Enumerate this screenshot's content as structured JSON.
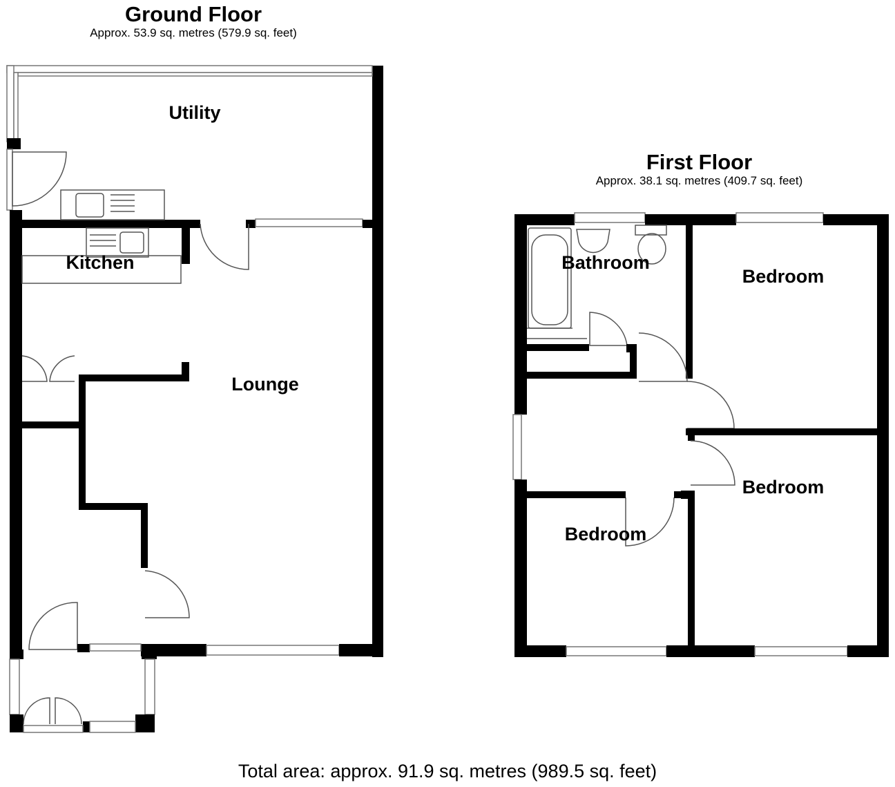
{
  "ground_floor": {
    "title": "Ground Floor",
    "area": "Approx. 53.9 sq. metres (579.9 sq. feet)",
    "rooms": [
      "Utility",
      "Kitchen",
      "Lounge"
    ]
  },
  "first_floor": {
    "title": "First Floor",
    "area": "Approx. 38.1 sq. metres (409.7 sq. feet)",
    "rooms": [
      "Bathroom",
      "Bedroom",
      "Bedroom",
      "Bedroom"
    ]
  },
  "total_area": "Total area: approx. 91.9 sq. metres (989.5 sq. feet)",
  "colors": {
    "wall": "#000000",
    "fixture": "#555555",
    "background": "#ffffff"
  }
}
